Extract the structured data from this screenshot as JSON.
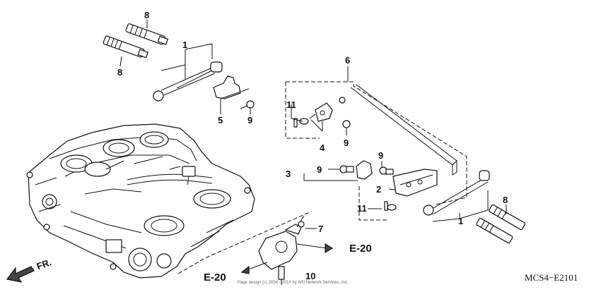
{
  "callouts": {
    "c8a": "8",
    "c8b": "8",
    "c1a": "1",
    "c5": "5",
    "c9a": "9",
    "c6": "6",
    "c11a": "11",
    "c4": "4",
    "c9b": "9",
    "c3": "3",
    "c9c": "9",
    "c9d": "9",
    "c2": "2",
    "c11b": "11",
    "c1b": "1",
    "c8c": "8",
    "c7": "7",
    "c10": "10"
  },
  "refs": {
    "e20_left": "E-20",
    "e20_right": "E-20"
  },
  "front_label": "FR.",
  "diagram_code": "MCS4−E2101",
  "copyright": "Page design (c) 2004 - 2014 by ARI Network Services, Inc."
}
